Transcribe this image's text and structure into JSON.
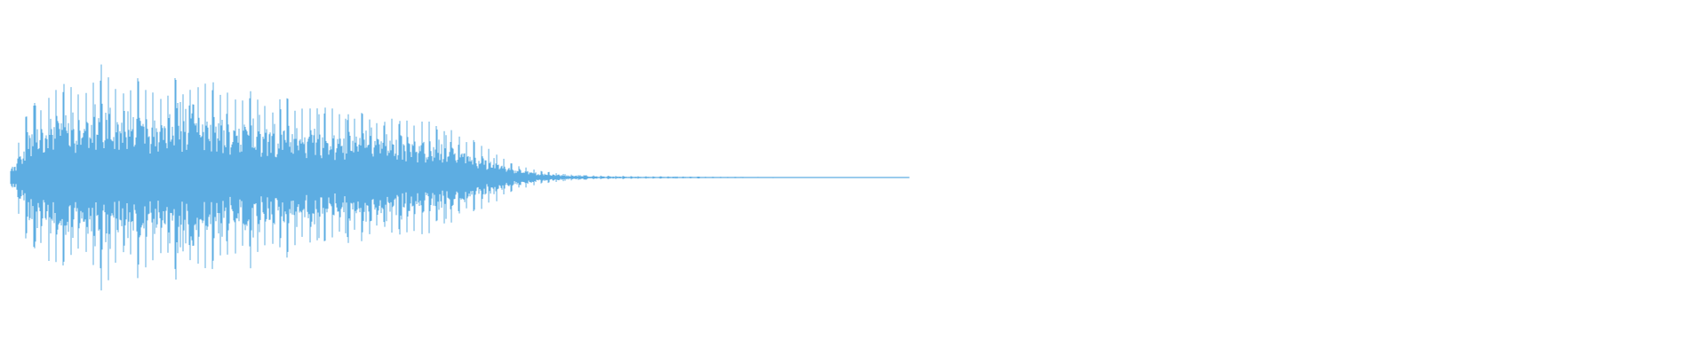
{
  "waveform": {
    "color": "#5dade2",
    "background": "#ffffff",
    "amplitude_profile": [
      0.05,
      0.55,
      0.6,
      0.78,
      0.68,
      0.86,
      0.72,
      0.8,
      0.6,
      0.76,
      0.68,
      0.72,
      0.62,
      0.66,
      0.56,
      0.6,
      0.52,
      0.56,
      0.5,
      0.52,
      0.46,
      0.48,
      0.42,
      0.42,
      0.36,
      0.3,
      0.22,
      0.14,
      0.08,
      0.05,
      0.03,
      0.02,
      0.015,
      0.012,
      0.01,
      0.01,
      0.008,
      0.008,
      0.006,
      0.006,
      0.005,
      0.005,
      0.004,
      0.004,
      0.003,
      0.003,
      0.002,
      0.002,
      0.002,
      0.0
    ],
    "audio_fraction_of_width": 0.53
  }
}
